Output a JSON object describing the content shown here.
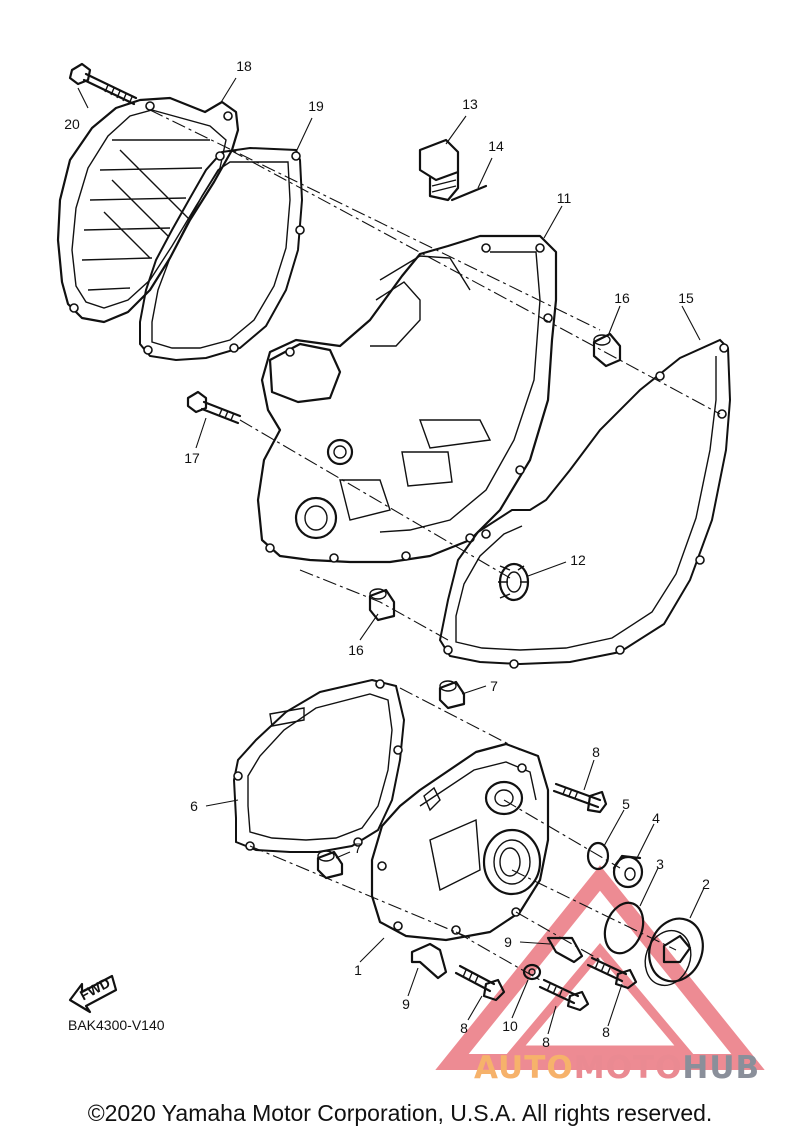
{
  "diagram": {
    "code": "BAK4300-V140",
    "fwd_label": "FWD",
    "callouts": [
      {
        "id": "c1",
        "label": "1"
      },
      {
        "id": "c2",
        "label": "2"
      },
      {
        "id": "c3",
        "label": "3"
      },
      {
        "id": "c4",
        "label": "4"
      },
      {
        "id": "c5",
        "label": "5"
      },
      {
        "id": "c6",
        "label": "6"
      },
      {
        "id": "c7a",
        "label": "7"
      },
      {
        "id": "c7b",
        "label": "7"
      },
      {
        "id": "c8a",
        "label": "8"
      },
      {
        "id": "c8b",
        "label": "8"
      },
      {
        "id": "c8c",
        "label": "8"
      },
      {
        "id": "c8d",
        "label": "8"
      },
      {
        "id": "c9a",
        "label": "9"
      },
      {
        "id": "c9b",
        "label": "9"
      },
      {
        "id": "c10",
        "label": "10"
      },
      {
        "id": "c11",
        "label": "11"
      },
      {
        "id": "c12",
        "label": "12"
      },
      {
        "id": "c13",
        "label": "13"
      },
      {
        "id": "c14",
        "label": "14"
      },
      {
        "id": "c15",
        "label": "15"
      },
      {
        "id": "c16a",
        "label": "16"
      },
      {
        "id": "c16b",
        "label": "16"
      },
      {
        "id": "c17",
        "label": "17"
      },
      {
        "id": "c18",
        "label": "18"
      },
      {
        "id": "c19",
        "label": "19"
      },
      {
        "id": "c20",
        "label": "20"
      }
    ]
  },
  "watermark": {
    "part1": "AUTO",
    "part2": "MOTO",
    "part3": "HUB"
  },
  "copyright": "©2020 Yamaha Motor Corporation, U.S.A. All rights reserved.",
  "colors": {
    "watermark_orange": "#f6b26b",
    "watermark_red": "#e8656f",
    "watermark_gray": "#8a8f9a"
  }
}
